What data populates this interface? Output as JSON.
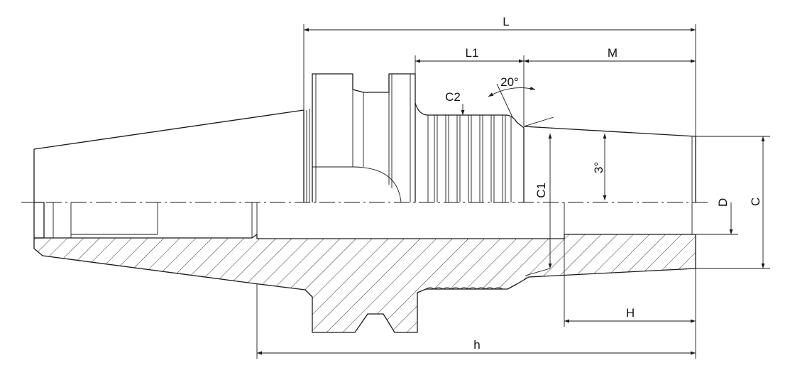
{
  "drawing": {
    "labels": {
      "L": "L",
      "L1": "L1",
      "M": "M",
      "C2": "C2",
      "angle_20": "20°",
      "angle_3": "3°",
      "C1": "C1",
      "D": "D",
      "C": "C",
      "H": "H",
      "h": "h"
    }
  }
}
